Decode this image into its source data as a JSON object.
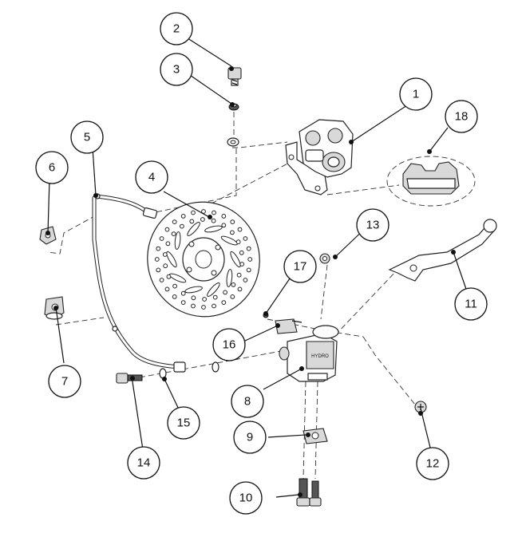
{
  "callouts": [
    {
      "id": "callout-1",
      "label": "1"
    },
    {
      "id": "callout-2",
      "label": "2"
    },
    {
      "id": "callout-3",
      "label": "3"
    },
    {
      "id": "callout-4",
      "label": "4"
    },
    {
      "id": "callout-5",
      "label": "5"
    },
    {
      "id": "callout-6",
      "label": "6"
    },
    {
      "id": "callout-7",
      "label": "7"
    },
    {
      "id": "callout-8",
      "label": "8"
    },
    {
      "id": "callout-9",
      "label": "9"
    },
    {
      "id": "callout-10",
      "label": "10"
    },
    {
      "id": "callout-11",
      "label": "11"
    },
    {
      "id": "callout-12",
      "label": "12"
    },
    {
      "id": "callout-13",
      "label": "13"
    },
    {
      "id": "callout-14",
      "label": "14"
    },
    {
      "id": "callout-15",
      "label": "15"
    },
    {
      "id": "callout-16",
      "label": "16"
    },
    {
      "id": "callout-17",
      "label": "17"
    },
    {
      "id": "callout-18",
      "label": "18"
    }
  ],
  "parts": {
    "caliper_logo_text": "HYDRO"
  }
}
